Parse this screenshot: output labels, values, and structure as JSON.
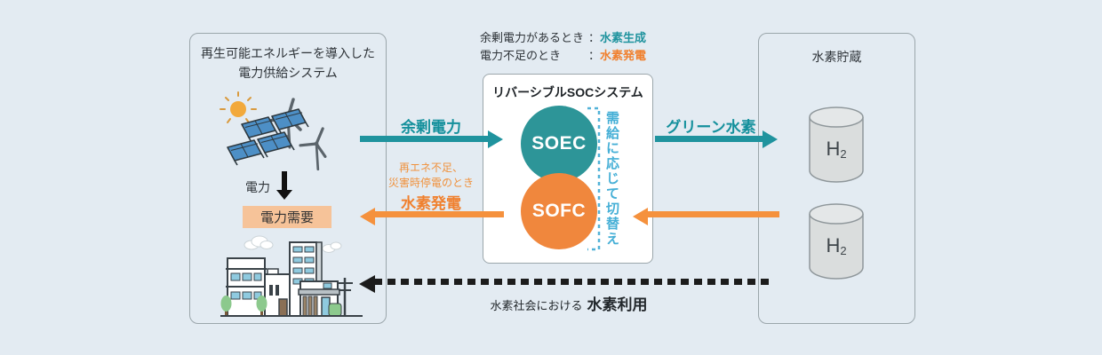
{
  "colors": {
    "background": "#e3ebf2",
    "teal": "#1f939e",
    "teal_circle": "#2d9598",
    "orange": "#f5913d",
    "orange_circle": "#f0873d",
    "switch_blue": "#45afd6",
    "demand_box_bg": "#f6c399",
    "dashed_arrow": "#1c1c1c"
  },
  "legend": {
    "line1_label": "余剰電力があるとき",
    "line1_colon": "：",
    "line1_value": "水素生成",
    "line2_label": "電力不足のとき",
    "line2_colon": "：",
    "line2_value": "水素発電"
  },
  "left_panel": {
    "title_line1": "再生可能エネルギーを導入した",
    "title_line2": "電力供給システム",
    "power_label": "電力",
    "demand_label": "電力需要"
  },
  "center_panel": {
    "title": "リバーシブルSOCシステム",
    "soec_label": "SOEC",
    "sofc_label": "SOFC",
    "switch_label": "需給に応じて切替え"
  },
  "right_panel": {
    "title": "水素貯蔵",
    "tank1_symbol": "H",
    "tank1_sub": "2",
    "tank2_symbol": "H",
    "tank2_sub": "2"
  },
  "flows": {
    "surplus_power": "余剰電力",
    "shortage_note_line1": "再エネ不足、",
    "shortage_note_line2": "災害時停電のとき",
    "hydrogen_power": "水素発電",
    "green_hydrogen": "グリーン水素",
    "bottom_caption_prefix": "水素社会における",
    "bottom_caption_main": "水素利用"
  }
}
